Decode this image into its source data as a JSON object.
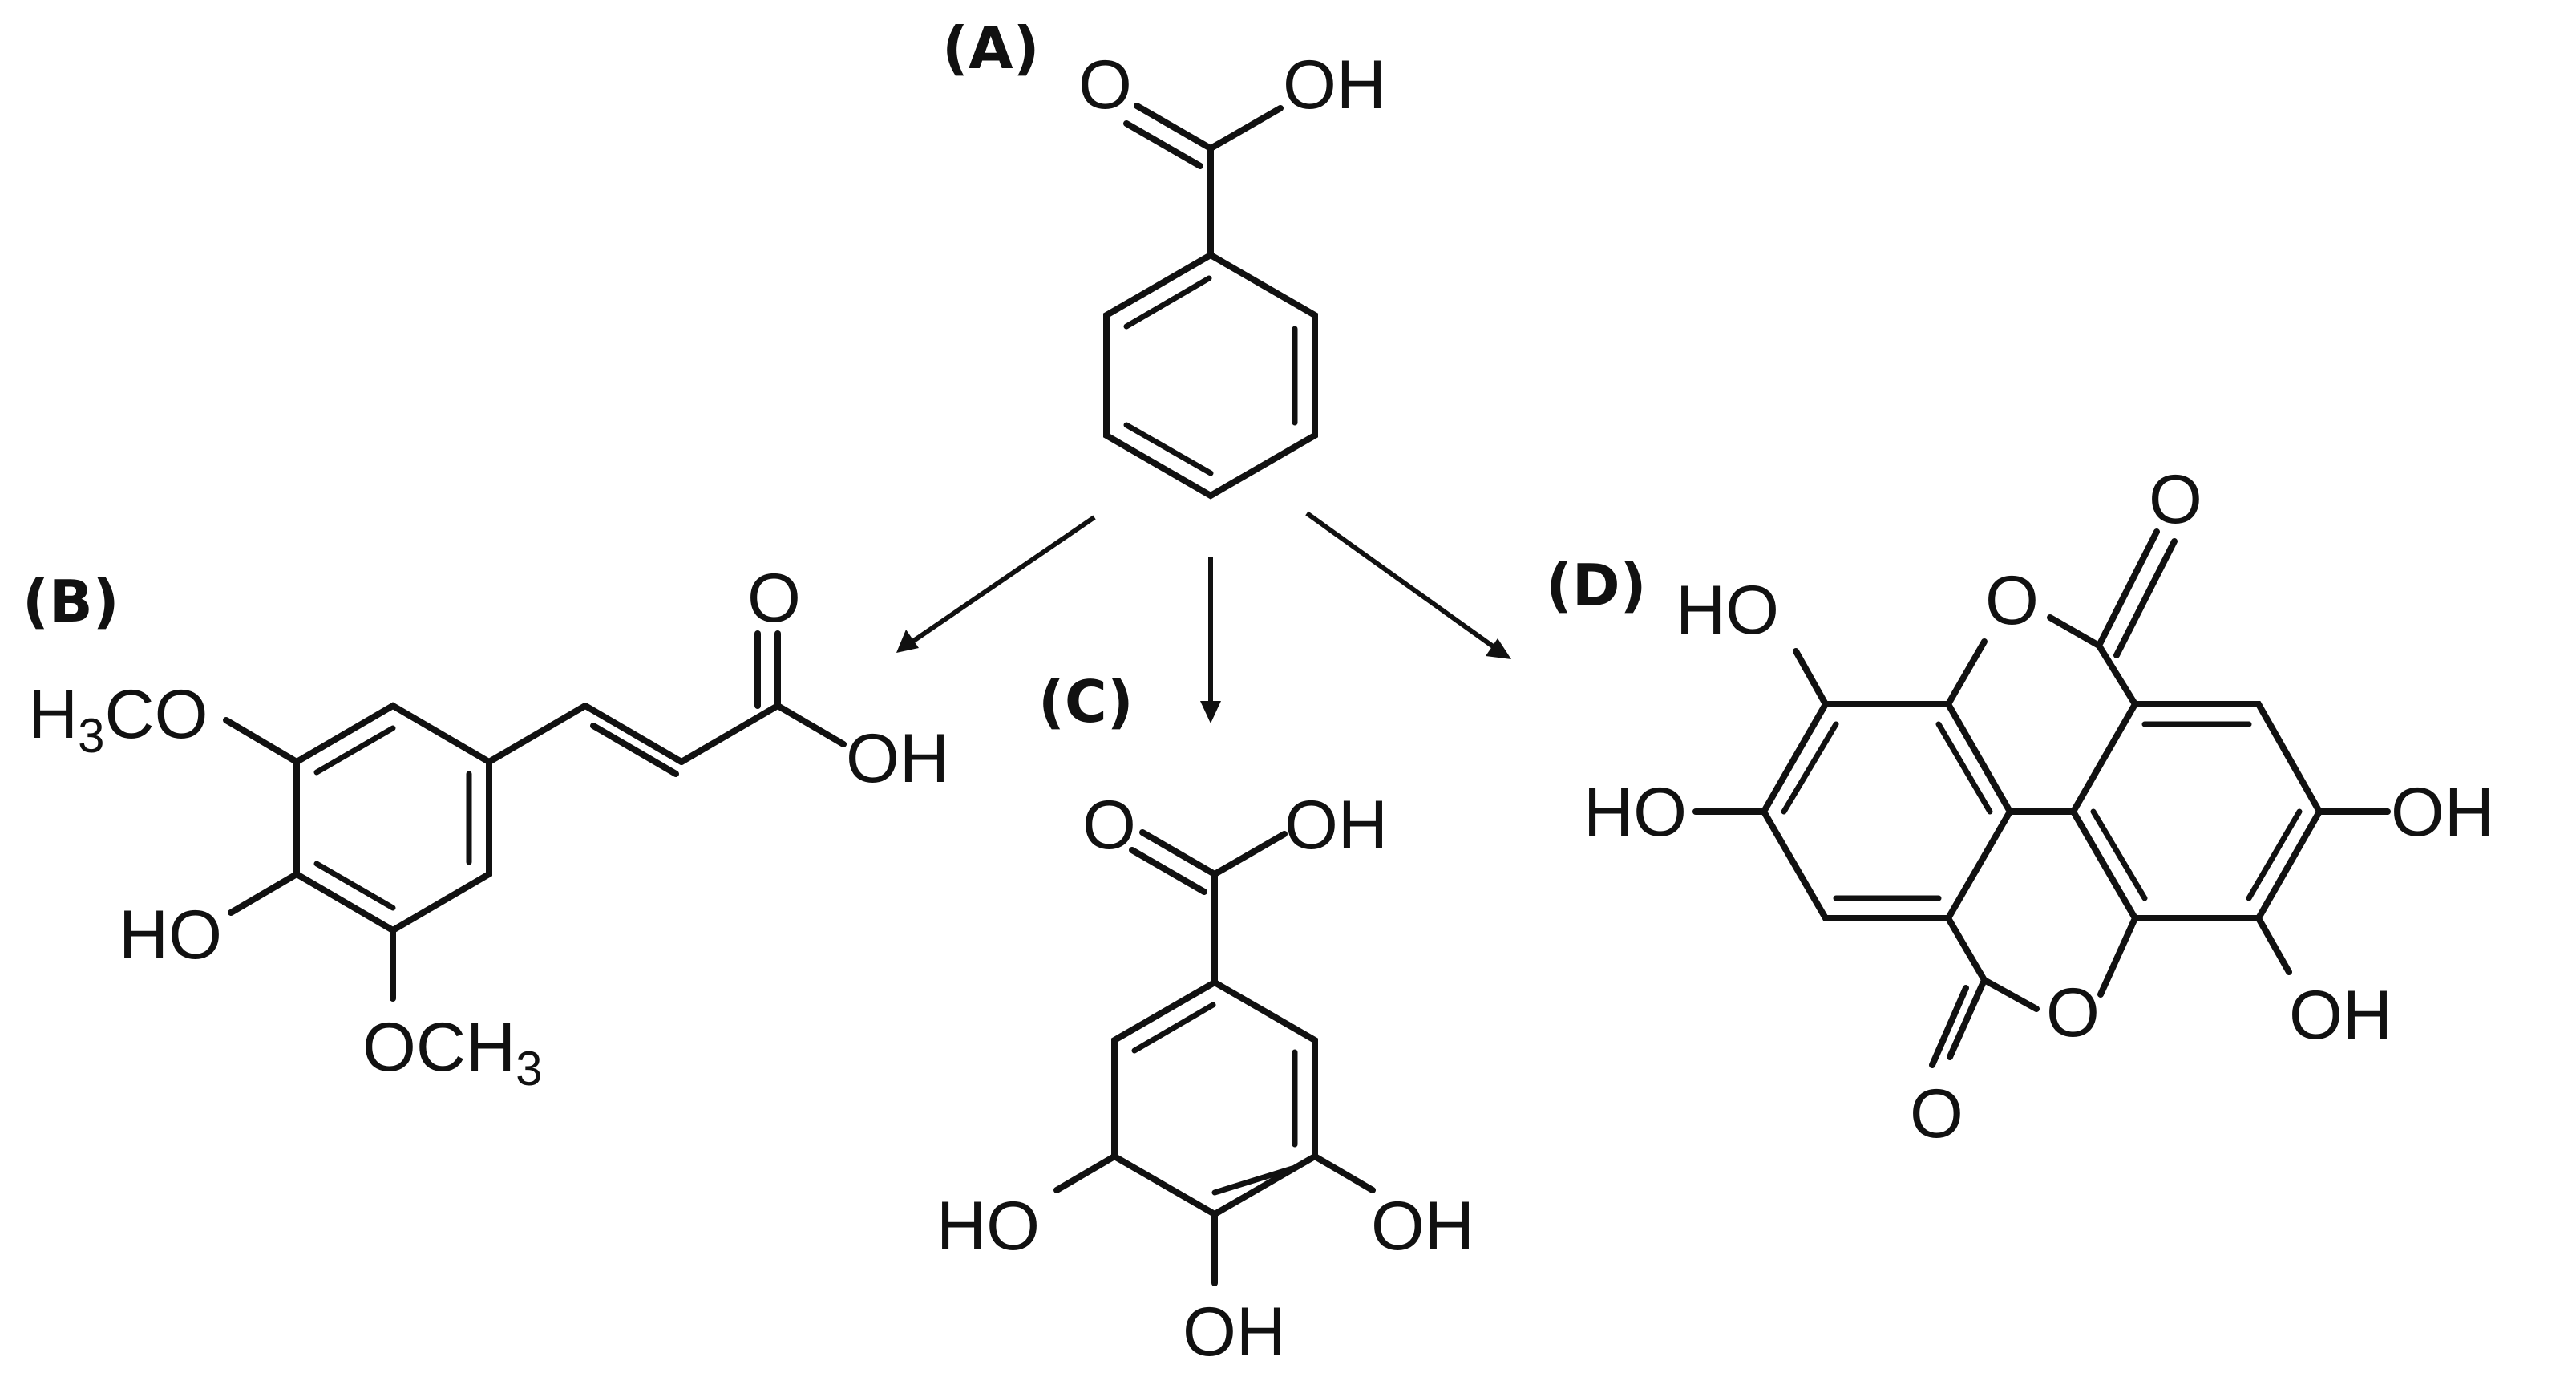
{
  "panels": {
    "A": {
      "label": "(A)",
      "atoms": {
        "o_carbonyl": "O",
        "oh": "OH"
      }
    },
    "B": {
      "label": "(B)",
      "atoms": {
        "h3co_h": "H",
        "h3co_3": "3",
        "h3co_co": "CO",
        "ho": "HO",
        "och3_och": "OCH",
        "och3_3": "3",
        "o_carbonyl": "O",
        "oh": "OH"
      }
    },
    "C": {
      "label": "(C)",
      "atoms": {
        "o_carbonyl": "O",
        "oh_top": "OH",
        "ho_left": "HO",
        "oh_right": "OH",
        "oh_bottom": "OH"
      }
    },
    "D": {
      "label": "(D)",
      "atoms": {
        "o_top": "O",
        "o_ring_top": "O",
        "ho_top_left": "HO",
        "ho_mid_left": "HO",
        "oh_mid_right": "OH",
        "oh_bottom_right": "OH",
        "o_ring_bottom": "O",
        "o_bottom": "O"
      }
    }
  },
  "arrows": [
    {
      "from": "A",
      "to": "B"
    },
    {
      "from": "A",
      "to": "C"
    },
    {
      "from": "A",
      "to": "D"
    }
  ],
  "colors": {
    "ink": "#111111",
    "background": "#ffffff"
  }
}
